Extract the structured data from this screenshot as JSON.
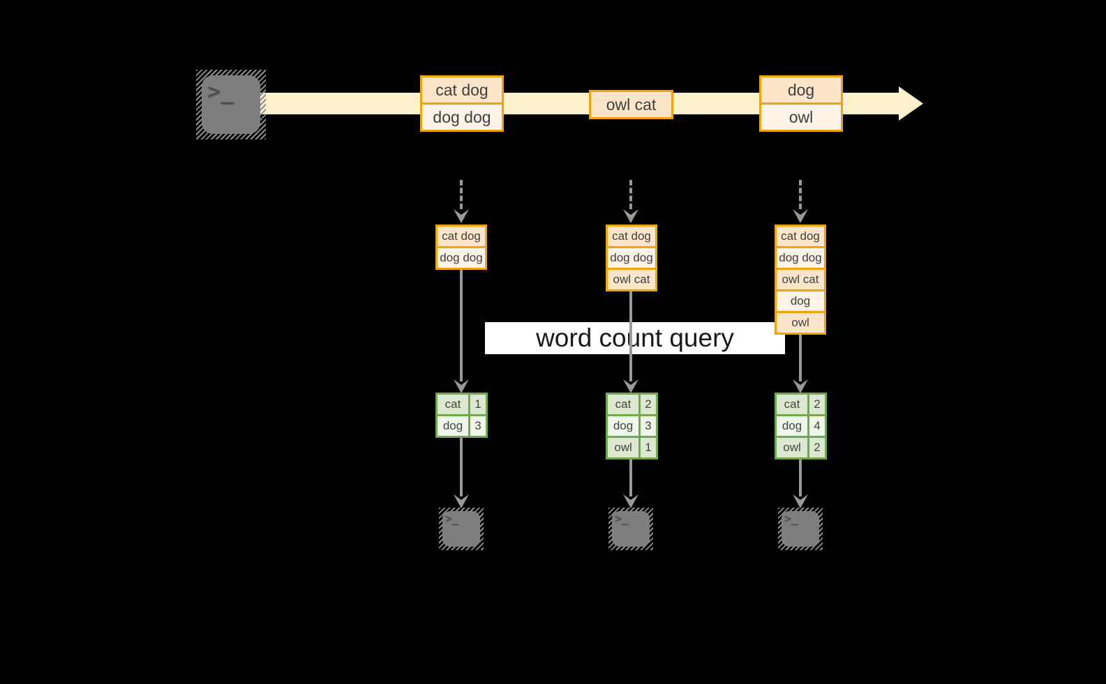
{
  "query_label": "word count query",
  "palette": {
    "background": "#000000",
    "stream_band": "#FBF1CD",
    "orange_border": "#F0A30A",
    "orange_row_dark": "#FCE5C8",
    "orange_row_light": "#FDF3E6",
    "green_border": "#6FA84F",
    "green_row_dark": "#DCE9D0",
    "green_row_light": "#EFF5E9",
    "arrow_grey": "#999999",
    "terminal_grey": "#7E7E7E",
    "label_bg": "#FFFFFF",
    "text_dark": "#3F3F3F"
  },
  "icons": {
    "terminal_glyph": ">_"
  },
  "stream": {
    "batches": [
      {
        "rows": [
          "cat dog",
          "dog dog"
        ]
      },
      {
        "rows": [
          "owl cat"
        ]
      },
      {
        "rows": [
          "dog",
          "owl"
        ]
      }
    ]
  },
  "columns": [
    {
      "buffer": [
        "cat dog",
        "dog dog"
      ],
      "counts": [
        {
          "word": "cat",
          "count": "1"
        },
        {
          "word": "dog",
          "count": "3"
        }
      ]
    },
    {
      "buffer": [
        "cat dog",
        "dog dog",
        "owl cat"
      ],
      "counts": [
        {
          "word": "cat",
          "count": "2"
        },
        {
          "word": "dog",
          "count": "3"
        },
        {
          "word": "owl",
          "count": "1"
        }
      ]
    },
    {
      "buffer": [
        "cat dog",
        "dog dog",
        "owl cat",
        "dog",
        "owl"
      ],
      "counts": [
        {
          "word": "cat",
          "count": "2"
        },
        {
          "word": "dog",
          "count": "4"
        },
        {
          "word": "owl",
          "count": "2"
        }
      ]
    }
  ]
}
